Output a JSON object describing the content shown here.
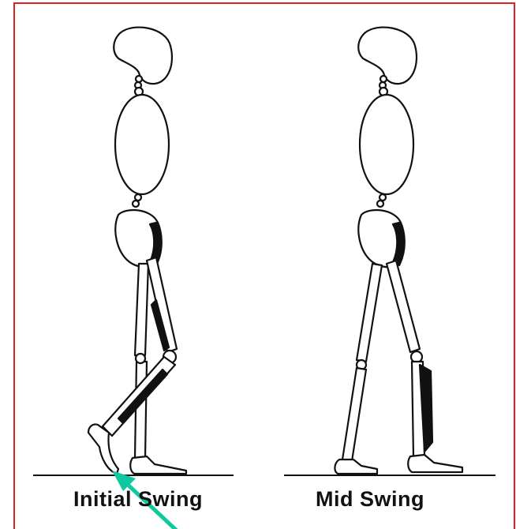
{
  "figure": {
    "frame_color": "#e02020",
    "line_color": "#111111",
    "fill_color": "#ffffff",
    "arrow_color": "#10c8a0"
  },
  "phases": [
    {
      "id": "initial-swing",
      "label": "Initial Swing"
    },
    {
      "id": "mid-swing",
      "label": "Mid Swing"
    }
  ],
  "annotation": {
    "icon": "pointer-arrow-icon",
    "points_to": "initial-swing-toe"
  }
}
